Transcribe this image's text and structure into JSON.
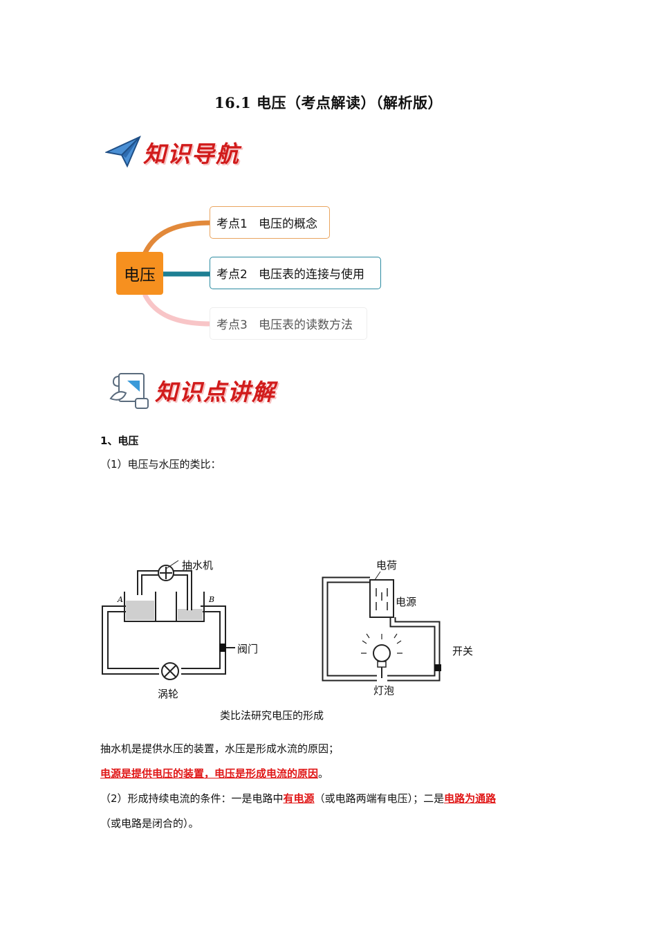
{
  "doc": {
    "title": "16.1 电压（考点解读）（解析版）"
  },
  "banners": {
    "nav": "知识导航",
    "explain": "知识点讲解"
  },
  "mindmap": {
    "root": "电压",
    "nodes": [
      {
        "label": "考点1   电压的概念",
        "color": "#e2893a"
      },
      {
        "label": "考点2   电压表的连接与使用",
        "color": "#1d7f93"
      },
      {
        "label": "考点3   电压表的读数方法",
        "color": "#f4b2b5"
      }
    ]
  },
  "section1": {
    "heading": "1、电压",
    "sub1": "（1）电压与水压的类比：",
    "caption": "类比法研究电压的形成",
    "para1": "抽水机是提供水压的装置，水压是形成水流的原因；",
    "para2_red": "电源是提供电压的装置，电压是形成电流的原因",
    "para2_end": "。",
    "para3_a": "（2）形成持续电流的条件：一是电路中",
    "para3_red1": "有电源",
    "para3_b": "（或电路两端有电压）；二是",
    "para3_red2": "电路为通路",
    "para4": "（或电路是闭合的）。"
  },
  "water_diagram": {
    "pump": "抽水机",
    "valve": "阀门",
    "turbine": "涡轮",
    "tank_a": "A",
    "tank_b": "B"
  },
  "circuit_diagram": {
    "charge": "电荷",
    "source": "电源",
    "switch": "开关",
    "bulb": "灯泡"
  },
  "colors": {
    "accent_red": "#e01616",
    "root_orange": "#f6901f"
  }
}
